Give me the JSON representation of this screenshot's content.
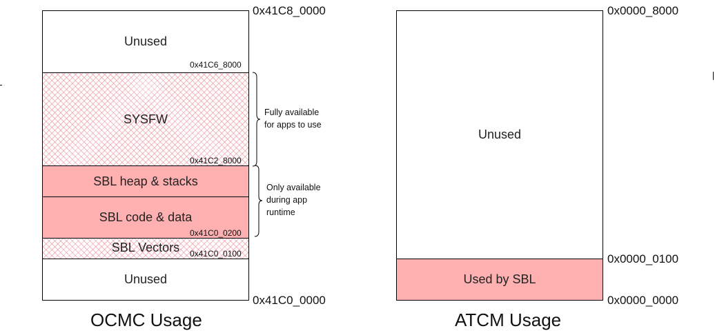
{
  "ocmc": {
    "caption": "OCMC Usage",
    "regions": {
      "unused_top": "Unused",
      "sysfw": "SYSFW",
      "sbl_heap": "SBL heap & stacks",
      "sbl_code": "SBL code & data",
      "sbl_vectors": "SBL Vectors",
      "unused_bottom": "Unused"
    },
    "addresses": {
      "top": "0x41C8_0000",
      "a_418000": "0x41C6_8000",
      "a_2_8000": "0x41C2_8000",
      "a_0200": "0x41C0_0200",
      "a_0100": "0x41C0_0100",
      "bottom": "0x41C0_0000"
    },
    "notes": {
      "fully_available": "Fully available\nfor apps to use",
      "only_available": "Only available\nduring app\nruntime"
    }
  },
  "atcm": {
    "caption": "ATCM Usage",
    "regions": {
      "unused": "Unused",
      "used_by_sbl": "Used by SBL"
    },
    "addresses": {
      "top": "0x0000_8000",
      "mid": "0x0000_0100",
      "bottom": "0x0000_0000"
    }
  },
  "colors": {
    "used_fill": "#ffb0b0",
    "hatch": "#eb828c"
  }
}
